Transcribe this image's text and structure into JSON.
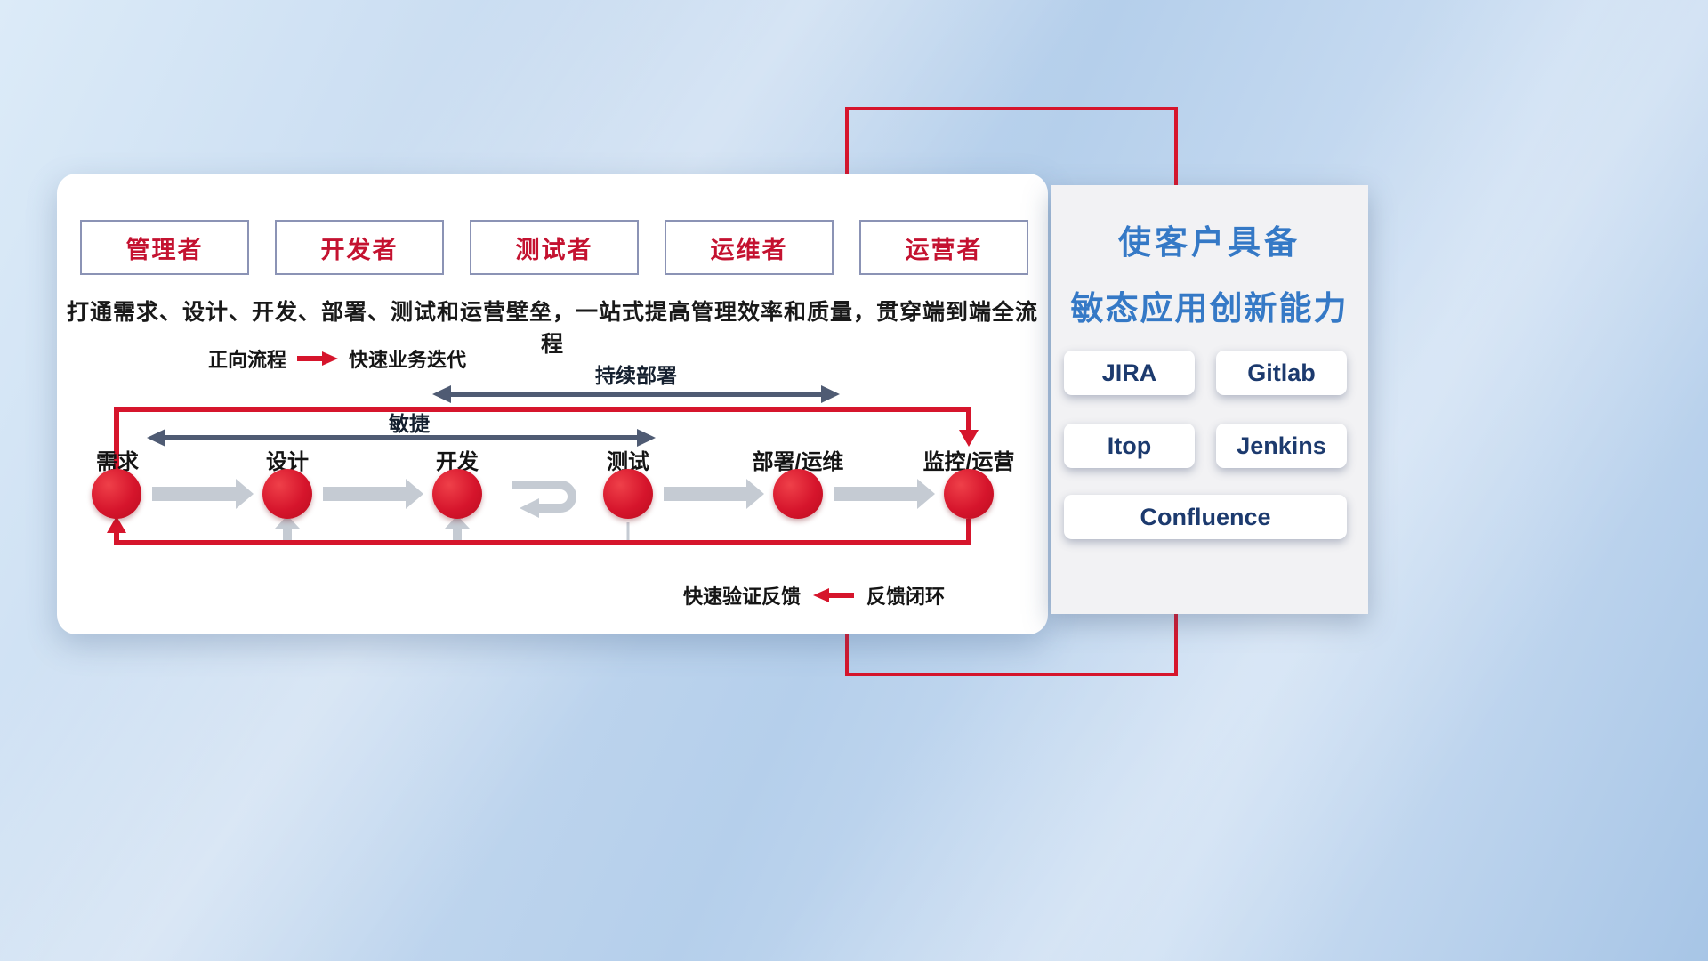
{
  "roles": [
    {
      "label": "管理者"
    },
    {
      "label": "开发者"
    },
    {
      "label": "测试者"
    },
    {
      "label": "运维者"
    },
    {
      "label": "运营者"
    }
  ],
  "subtitle": "打通需求、设计、开发、部署、测试和运营壁垒，一站式提高管理效率和质量，贯穿端到端全流程",
  "legend_forward": {
    "label": "正向流程",
    "desc": "快速业务迭代"
  },
  "legend_feedback": {
    "desc": "快速验证反馈",
    "label": "反馈闭环"
  },
  "flow_spans": {
    "agile": "敏捷",
    "continuous_deploy": "持续部署"
  },
  "stages": [
    {
      "label": "需求"
    },
    {
      "label": "设计"
    },
    {
      "label": "开发"
    },
    {
      "label": "测试"
    },
    {
      "label": "部署/运维"
    },
    {
      "label": "监控/运营"
    }
  ],
  "right_panel": {
    "title_line1": "使客户具备",
    "title_line2": "敏态应用创新能力",
    "tools": [
      {
        "label": "JIRA"
      },
      {
        "label": "Gitlab"
      },
      {
        "label": "Itop"
      },
      {
        "label": "Jenkins"
      },
      {
        "label": "Confluence"
      }
    ]
  },
  "colors": {
    "red": "#d6152c",
    "slate": "#4f5b73",
    "light_gray_arrow": "#c5cbd3",
    "panel_title_blue": "#3579c6",
    "tool_text_navy": "#1c3a6e"
  }
}
